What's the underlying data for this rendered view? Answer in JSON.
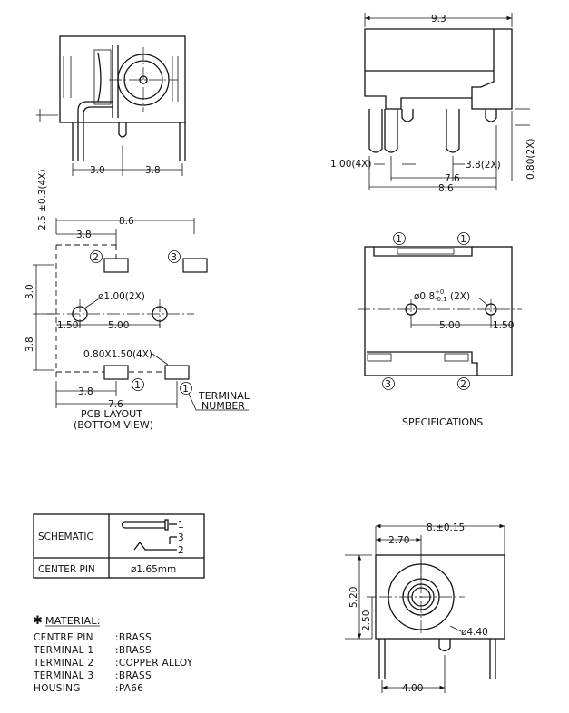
{
  "side_view": {
    "dims": {
      "a": "3.0",
      "b": "3.8",
      "vertical": "2.5 ±0.3(4X)"
    }
  },
  "top_view": {
    "dims": {
      "total_width": "9.3",
      "d_100": "1.00(4X)",
      "d_38": "3.8(2X)",
      "d_76": "7.6",
      "d_86": "8.6",
      "d_080": "0.80(2X)"
    }
  },
  "pcb_layout": {
    "dims": {
      "total_width": "8.6",
      "d_38_top": "3.8",
      "d_30": "3.0",
      "d_38_side": "3.8",
      "hole": "ø1.00(2X)",
      "d_150": "1.50",
      "d_500": "5.00",
      "pad": "0.80X1.50(4X)",
      "d_38_bottom": "3.8",
      "d_76": "7.6"
    },
    "pin_labels": {
      "p1": "1",
      "p2": "2",
      "p3": "3",
      "legend": "1"
    },
    "terminal_label_1": "TERMINAL",
    "terminal_label_2": "NUMBER",
    "caption_1": "PCB LAYOUT",
    "caption_2": "(BOTTOM VIEW)"
  },
  "specifications": {
    "hole_label": "ø0.8",
    "tol_plus": "+0",
    "tol_minus": "-0.1",
    "count": "(2X)",
    "d_500": "5.00",
    "d_150": "1.50",
    "pins": {
      "top_left": "1",
      "top_right": "1",
      "bottom_left": "3",
      "bottom_right": "2"
    },
    "caption": "SPECIFICATIONS"
  },
  "schematic_table": {
    "row1_label": "SCHEMATIC",
    "pins": [
      "1",
      "3",
      "2"
    ],
    "row2_label": "CENTER PIN",
    "row2_value": "ø1.65mm"
  },
  "materials": {
    "title": "MATERIAL:",
    "star": "✱",
    "items": [
      {
        "part": "CENTRE PIN",
        "value": ":BRASS"
      },
      {
        "part": "TERMINAL 1",
        "value": ":BRASS"
      },
      {
        "part": "TERMINAL 2",
        "value": ":COPPER ALLOY"
      },
      {
        "part": "TERMINAL 3",
        "value": ":BRASS"
      },
      {
        "part": "HOUSING",
        "value": ":PA66"
      }
    ]
  },
  "front_view": {
    "dims": {
      "width": "8.±0.15",
      "d_270": "2.70",
      "d_520": "5.20",
      "d_250": "2.50",
      "d_440": "ø4.40",
      "d_400": "4.00"
    }
  }
}
